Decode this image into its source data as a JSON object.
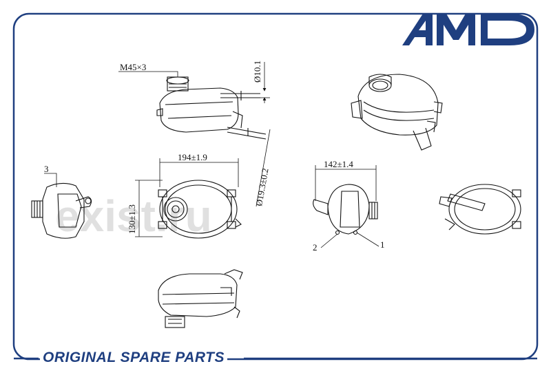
{
  "brand": {
    "logo_text": "AMD",
    "color": "#1f3f80"
  },
  "footer": {
    "text": "ORIGINAL SPARE PARTS"
  },
  "watermark": {
    "text": "exist.ru"
  },
  "dimensions": {
    "thread": "M45×3",
    "pipe_small": "Ø10.1",
    "pipe_large": "Ø19.3±0.2",
    "length": "194±1.9",
    "width": "130±1.3",
    "depth": "142±1.4"
  },
  "callouts": {
    "c1": "1",
    "c2": "2",
    "c3": "3"
  },
  "colors": {
    "frame": "#1f3f80",
    "line": "#111111"
  }
}
